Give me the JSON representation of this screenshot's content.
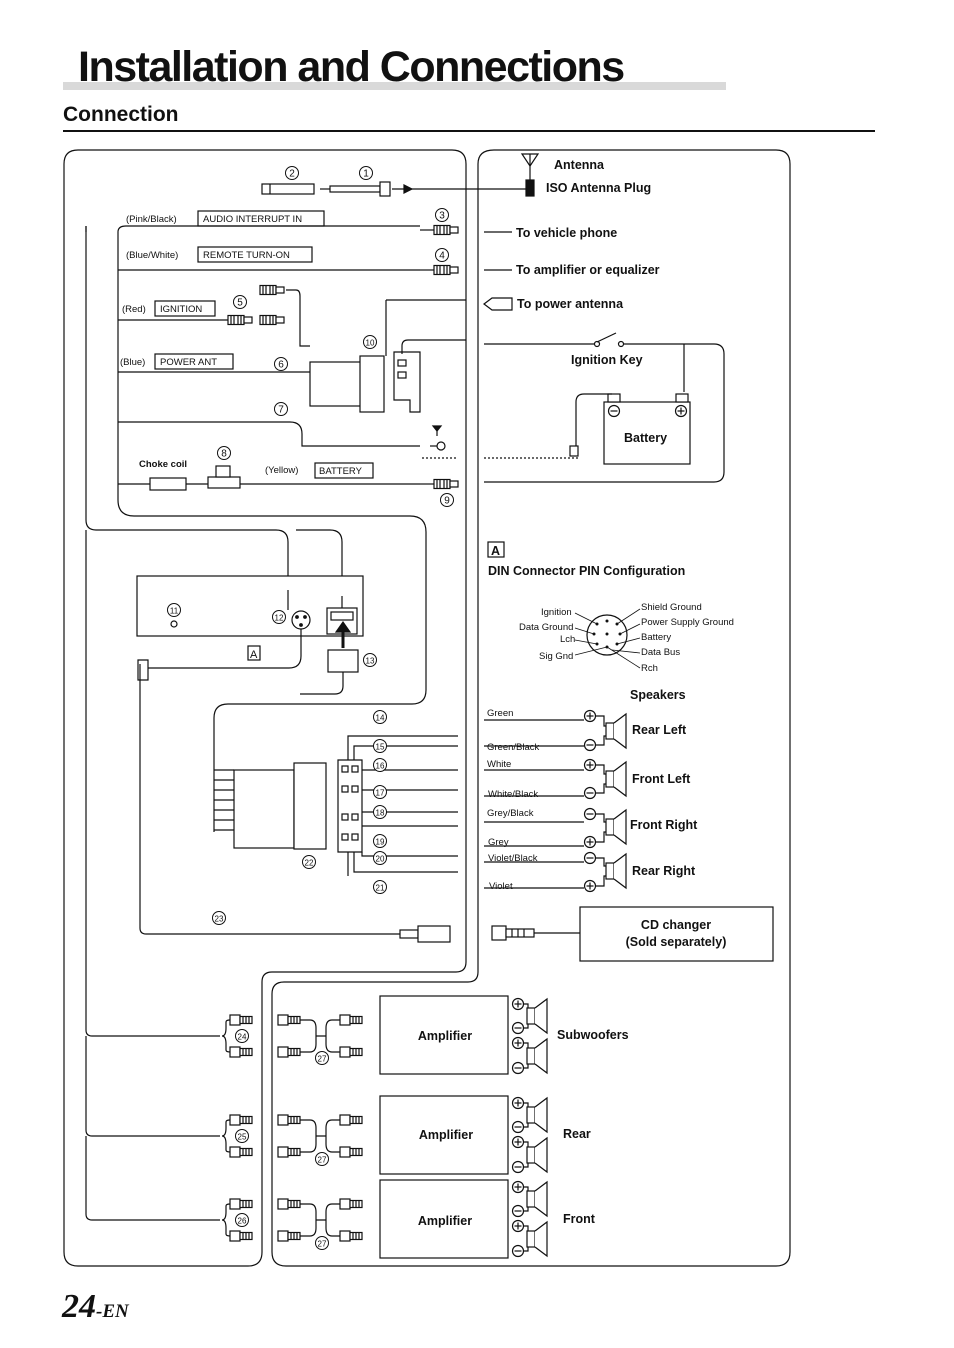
{
  "page": {
    "title": "Installation and Connections",
    "section": "Connection",
    "number": "24",
    "number_suffix": "-EN"
  },
  "left_labels": {
    "pink_black": "(Pink/Black)",
    "audio_interrupt": "AUDIO INTERRUPT IN",
    "blue_white": "(Blue/White)",
    "remote_turn_on": "REMOTE TURN-ON",
    "red": "(Red)",
    "ignition": "IGNITION",
    "blue": "(Blue)",
    "power_ant": "POWER ANT",
    "choke_coil": "Choke coil",
    "yellow": "(Yellow)",
    "battery": "BATTERY"
  },
  "right_labels": {
    "antenna": "Antenna",
    "iso_antenna_plug": "ISO Antenna Plug",
    "to_vehicle_phone": "To vehicle phone",
    "to_amplifier": "To amplifier or equalizer",
    "to_power_antenna": "To power antenna",
    "ignition_key": "Ignition Key",
    "battery": "Battery"
  },
  "din": {
    "marker": "A",
    "title": "DIN Connector PIN Configuration",
    "pins_left": [
      "Ignition",
      "Data Ground",
      "Lch",
      "Sig Gnd"
    ],
    "pins_right": [
      "Shield Ground",
      "Power Supply Ground",
      "Battery",
      "Data Bus",
      "Rch"
    ]
  },
  "speakers": {
    "title": "Speakers",
    "names": [
      "Rear Left",
      "Front Left",
      "Front Right",
      "Rear Right"
    ],
    "wires": [
      "Green",
      "Green/Black",
      "White",
      "White/Black",
      "Grey/Black",
      "Grey",
      "Violet/Black",
      "Violet"
    ]
  },
  "cd_changer": {
    "line1": "CD changer",
    "line2": "(Sold separately)"
  },
  "amplifiers": {
    "label": "Amplifier",
    "groups": [
      "Subwoofers",
      "Rear",
      "Front"
    ]
  },
  "callouts": [
    "1",
    "2",
    "3",
    "4",
    "5",
    "6",
    "7",
    "8",
    "9",
    "10",
    "11",
    "12",
    "13",
    "14",
    "15",
    "16",
    "17",
    "18",
    "19",
    "20",
    "21",
    "22",
    "23",
    "24",
    "25",
    "26",
    "27"
  ],
  "unit_marker": "A"
}
